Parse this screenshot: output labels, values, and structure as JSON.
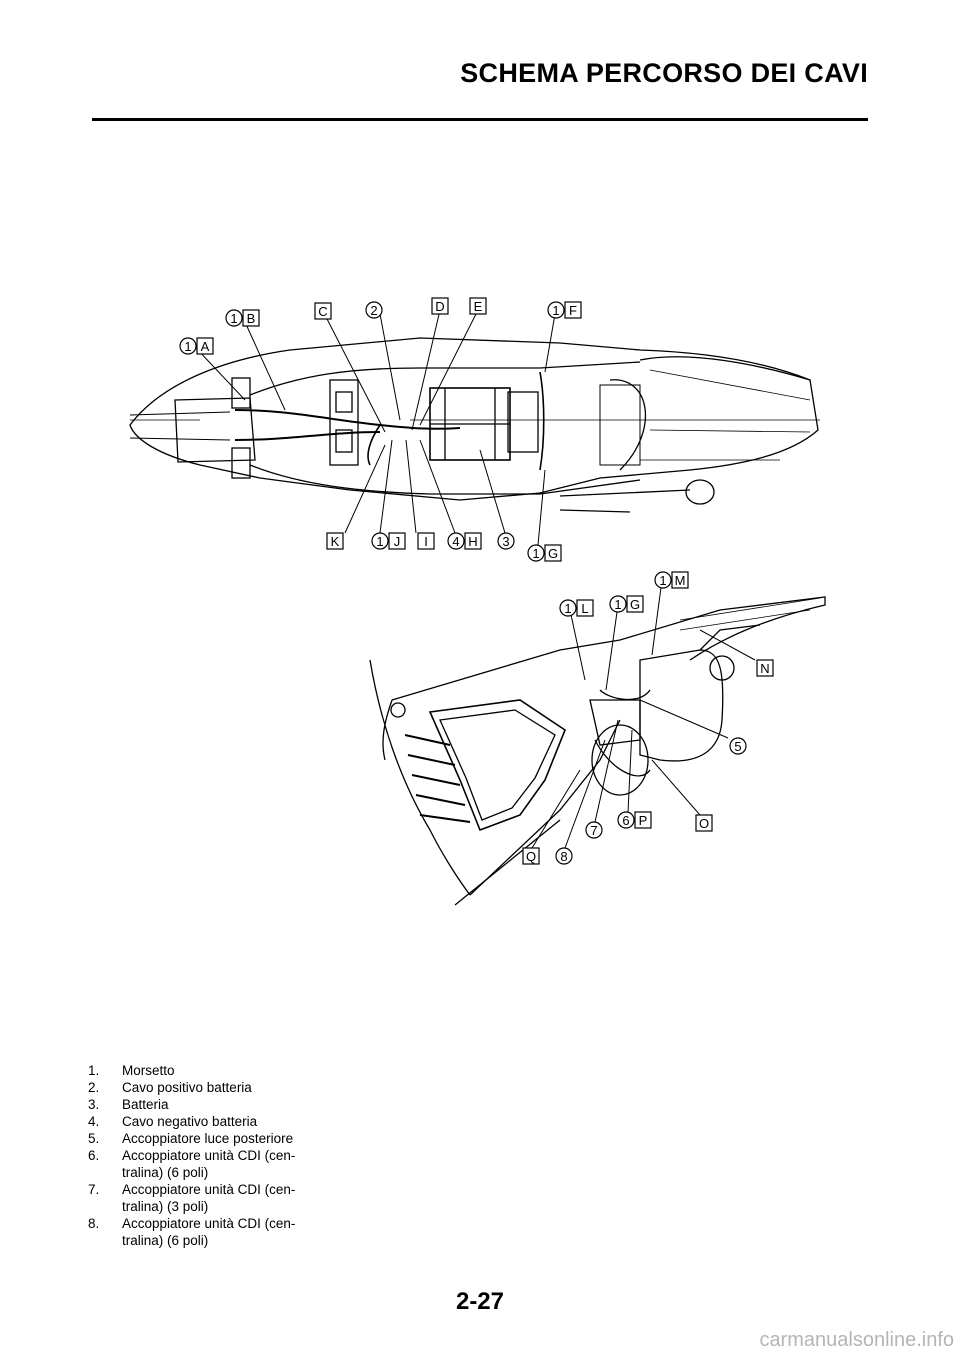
{
  "header": {
    "title": "SCHEMA PERCORSO DEI CAVI"
  },
  "figure_top": {
    "callouts": [
      {
        "num": "1",
        "letter": "A"
      },
      {
        "num": "1",
        "letter": "B"
      },
      {
        "num": "",
        "letter": "C"
      },
      {
        "num": "2",
        "letter": ""
      },
      {
        "num": "",
        "letter": "D"
      },
      {
        "num": "",
        "letter": "E"
      },
      {
        "num": "1",
        "letter": "F"
      },
      {
        "num": "",
        "letter": "K"
      },
      {
        "num": "1",
        "letter": "J"
      },
      {
        "num": "",
        "letter": "I"
      },
      {
        "num": "4",
        "letter": "H"
      },
      {
        "num": "3",
        "letter": ""
      },
      {
        "num": "1",
        "letter": "G"
      }
    ]
  },
  "figure_bottom": {
    "callouts": [
      {
        "num": "1",
        "letter": "M"
      },
      {
        "num": "1",
        "letter": "L"
      },
      {
        "num": "1",
        "letter": "G"
      },
      {
        "num": "",
        "letter": "N"
      },
      {
        "num": "5",
        "letter": ""
      },
      {
        "num": "6",
        "letter": "P"
      },
      {
        "num": "",
        "letter": "O"
      },
      {
        "num": "7",
        "letter": ""
      },
      {
        "num": "8",
        "letter": ""
      },
      {
        "num": "",
        "letter": "Q"
      }
    ]
  },
  "legend": [
    {
      "num": "1.",
      "lines": [
        "Morsetto"
      ]
    },
    {
      "num": "2.",
      "lines": [
        "Cavo positivo batteria"
      ]
    },
    {
      "num": "3.",
      "lines": [
        "Batteria"
      ]
    },
    {
      "num": "4.",
      "lines": [
        "Cavo negativo batteria"
      ]
    },
    {
      "num": "5.",
      "lines": [
        "Accoppiatore luce posteriore"
      ]
    },
    {
      "num": "6.",
      "lines": [
        "Accoppiatore unità CDI (cen-",
        "tralina) (6 poli)"
      ]
    },
    {
      "num": "7.",
      "lines": [
        "Accoppiatore unità CDI (cen-",
        "tralina) (3 poli)"
      ]
    },
    {
      "num": "8.",
      "lines": [
        "Accoppiatore unità CDI (cen-",
        "tralina) (6 poli)"
      ]
    }
  ],
  "footer": {
    "page_number": "2-27",
    "watermark": "carmanualsonline.info"
  }
}
